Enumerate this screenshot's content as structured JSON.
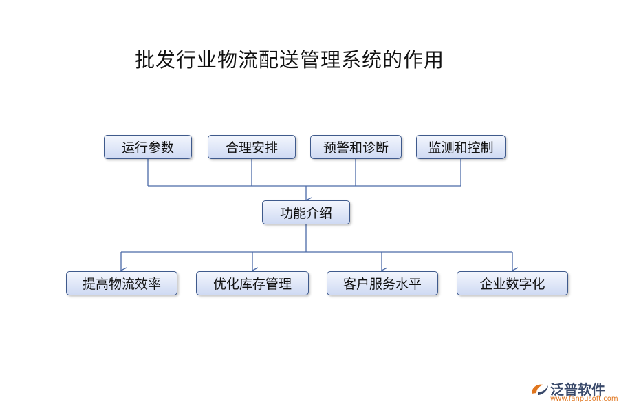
{
  "title": "批发行业物流配送管理系统的作用",
  "inputs": [
    "运行参数",
    "合理安排",
    "预警和诊断",
    "监测和控制"
  ],
  "center": "功能介绍",
  "outputs": [
    "提高物流效率",
    "优化库存管理",
    "客户服务水平",
    "企业数字化"
  ],
  "logo": {
    "name": "泛普软件",
    "url": "www.fanpusoft.com"
  },
  "colors": {
    "node_border": "#3f5a8c",
    "node_fill_top": "#f3f6fd",
    "node_fill_bottom": "#cfdaf3",
    "line": "#4b6aa8"
  }
}
